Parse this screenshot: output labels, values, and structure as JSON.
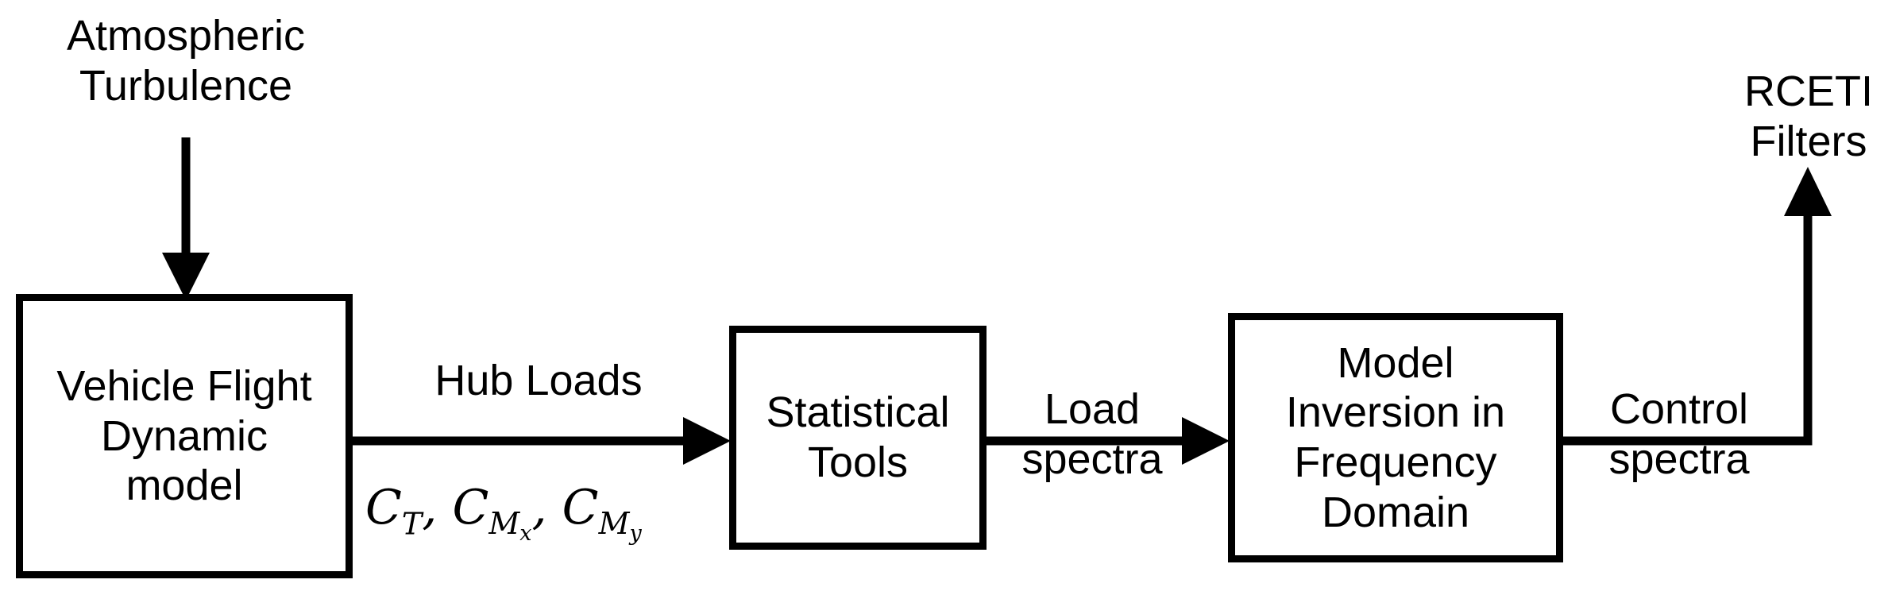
{
  "inputs": {
    "turbulence": "Atmospheric\nTurbulence"
  },
  "outputs": {
    "filters": "RCETI\nFilters"
  },
  "blocks": {
    "vehicle": "Vehicle Flight\nDynamic\nmodel",
    "statistical": "Statistical\nTools",
    "inversion": "Model\nInversion in\nFrequency\nDomain"
  },
  "links": {
    "hub_loads": "Hub Loads",
    "load_spectra": "Load\nspectra",
    "control_spectra": "Control\nspectra"
  },
  "math": {
    "c": "C",
    "t": "T",
    "m": "M",
    "x": "x",
    "y": "y",
    "comma": ","
  }
}
